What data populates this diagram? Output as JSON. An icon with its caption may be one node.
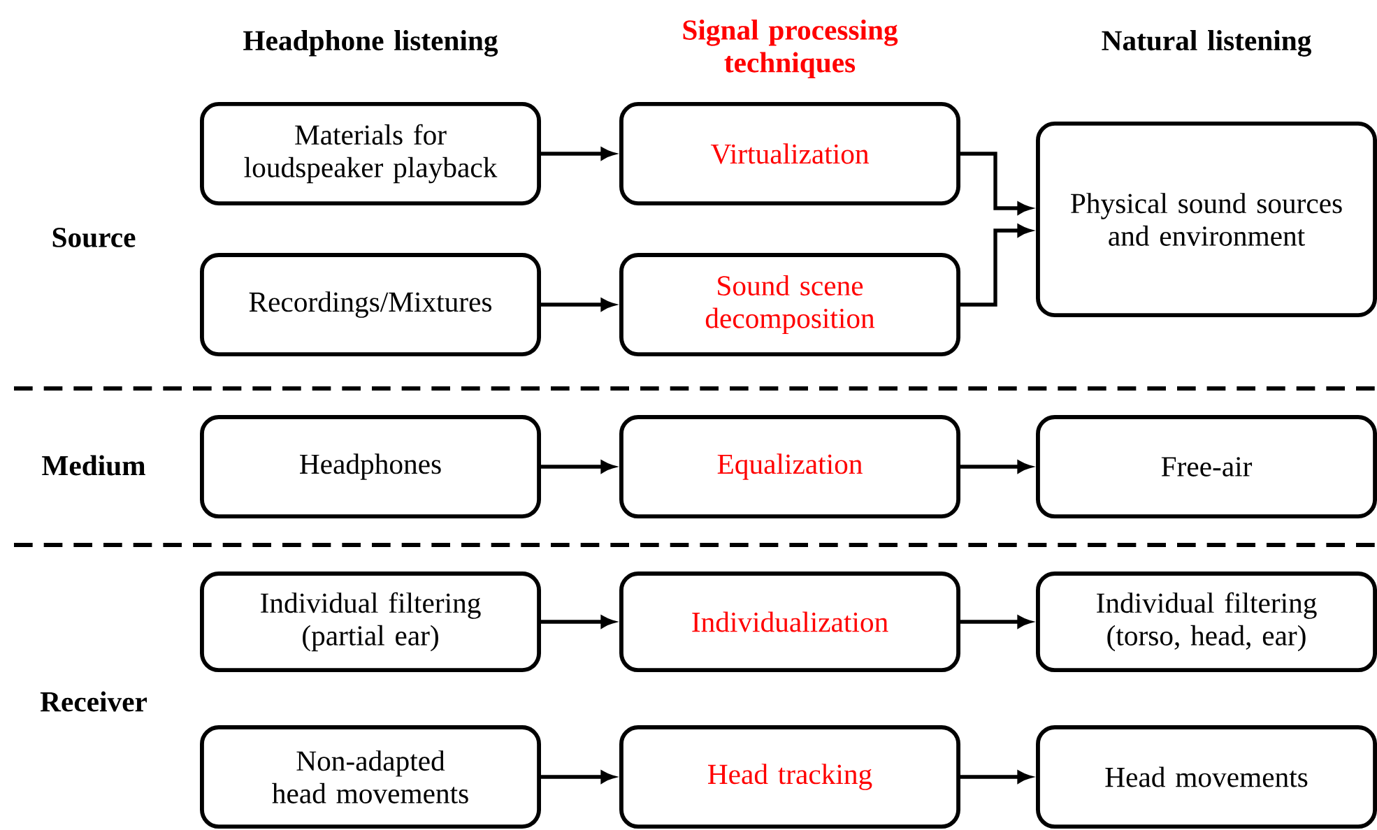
{
  "diagram": {
    "nodes": [
      {
        "text": [
          "Materials for loudspeaker playback"
        ]
      },
      {
        "text": [
          "Virtualization"
        ]
      },
      {
        "text": [
          "Physical sound sources and environment"
        ]
      },
      {
        "text": [
          "Recordings/Mixtures"
        ]
      },
      {
        "text": [
          "Sound scene decomposition"
        ]
      },
      {
        "text": [
          "Headphones"
        ]
      },
      {
        "text": [
          "Equalization"
        ]
      },
      {
        "text": [
          "Free-air"
        ]
      },
      {
        "text": [
          "Individual filtering (partial ear)"
        ]
      },
      {
        "text": [
          "Individualization"
        ]
      },
      {
        "text": [
          "Individual filtering (torso, head, ear)"
        ]
      },
      {
        "text": [
          "Non-adapted head movements"
        ]
      },
      {
        "text": [
          "Head tracking"
        ]
      },
      {
        "text": [
          "Head movements"
        ]
      }
    ],
    "edges": [
      {
        "from": 0,
        "to": 1,
        "arrow": "to"
      },
      {
        "from": 1,
        "to": 2,
        "arrow": "to"
      },
      {
        "from": 3,
        "to": 4,
        "arrow": "to"
      },
      {
        "from": 4,
        "to": 2,
        "arrow": "to"
      },
      {
        "from": 5,
        "to": 6,
        "arrow": "to"
      },
      {
        "from": 6,
        "to": 7,
        "arrow": "to"
      },
      {
        "from": 8,
        "to": 9,
        "arrow": "to"
      },
      {
        "from": 9,
        "to": 10,
        "arrow": "to"
      },
      {
        "from": 11,
        "to": 12,
        "arrow": "to"
      },
      {
        "from": 12,
        "to": 13,
        "arrow": "to"
      }
    ],
    "labels": [
      "Headphone listening",
      "Signal processing techniques",
      "Natural listening",
      "Source",
      "Medium",
      "Receiver"
    ]
  }
}
